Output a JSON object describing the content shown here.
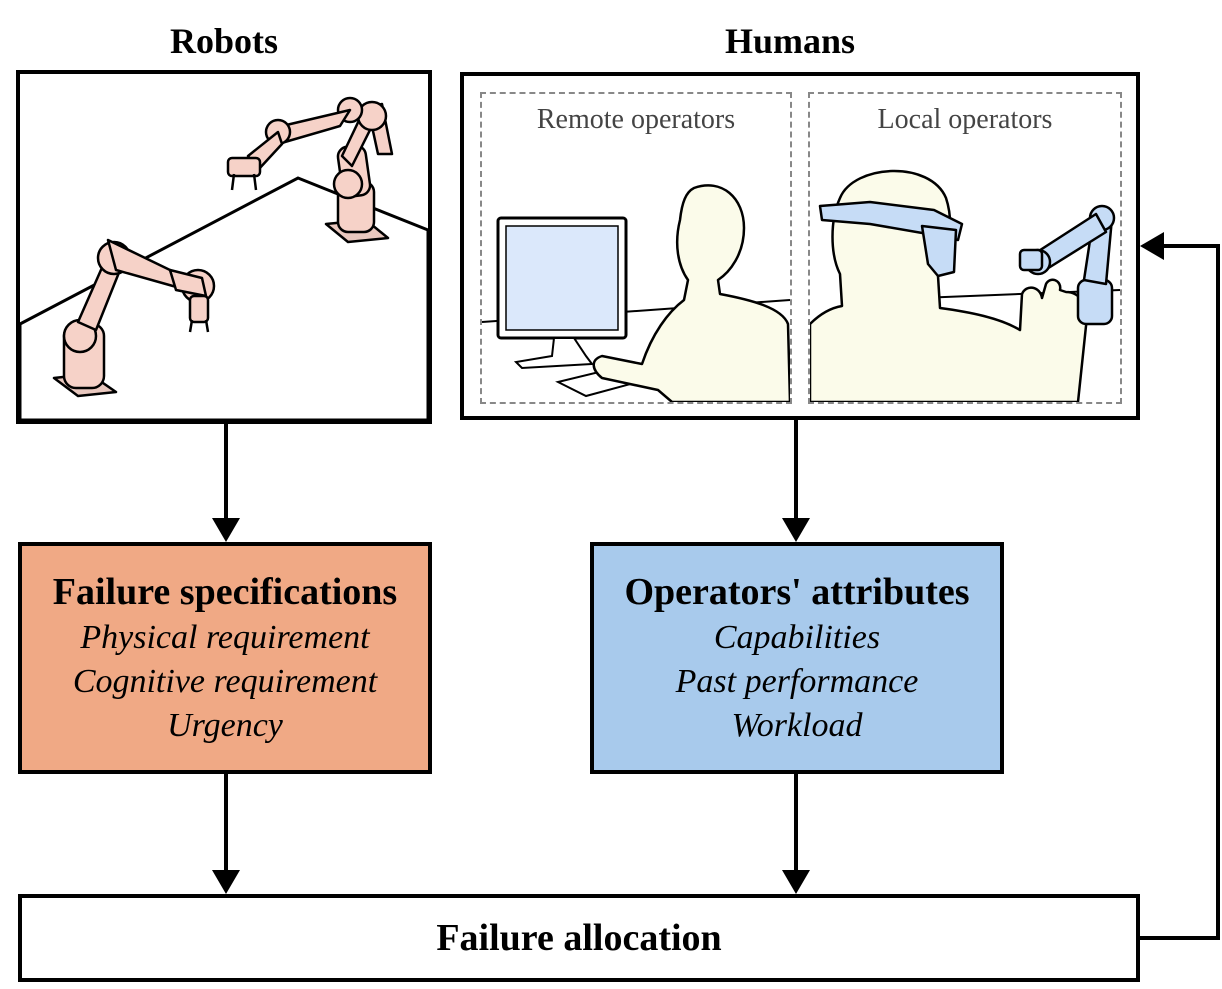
{
  "headings": {
    "robots": "Robots",
    "humans": "Humans"
  },
  "humans_panel": {
    "remote_label": "Remote operators",
    "local_label": "Local operators"
  },
  "failure_specs": {
    "title": "Failure specifications",
    "items": [
      "Physical requirement",
      "Cognitive requirement",
      "Urgency"
    ],
    "fill": "#f0a985"
  },
  "operator_attrs": {
    "title": "Operators' attributes",
    "items": [
      "Capabilities",
      "Past performance",
      "Workload"
    ],
    "fill": "#a8caec"
  },
  "allocation": {
    "label": "Failure allocation"
  },
  "colors": {
    "robot_fill": "#f6d2c8",
    "human_fill": "#fbfbea",
    "device_fill": "#c6dcf6",
    "monitor_screen": "#dbe8fb"
  }
}
